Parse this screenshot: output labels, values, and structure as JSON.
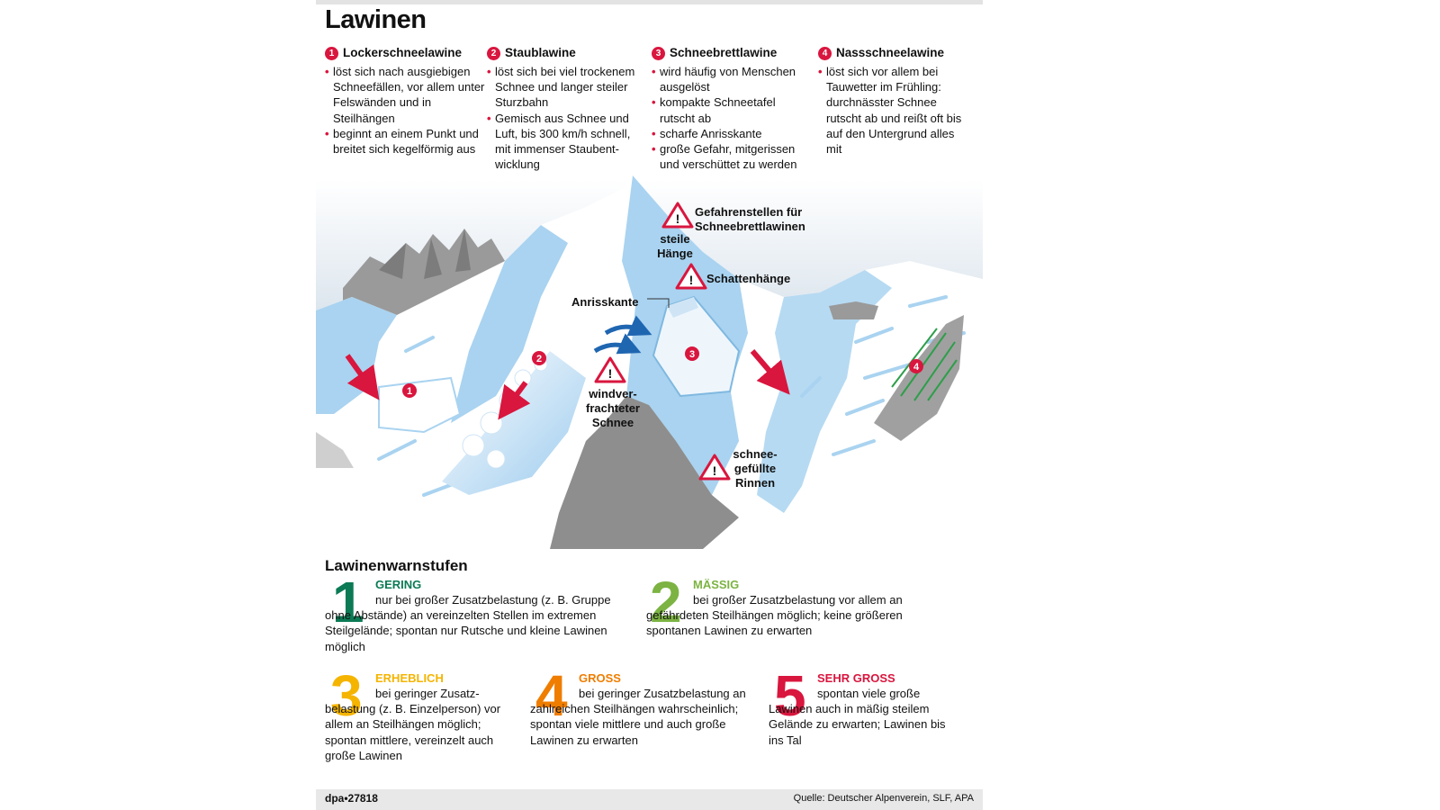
{
  "title": "Lawinen",
  "types": [
    {
      "num": "1",
      "name": "Lockerschneelawine",
      "bullets": [
        "löst sich nach ausgiebigen Schneefällen, vor allem unter Felswänden und in Steilhängen",
        "beginnt an einem Punkt und breitet sich kegel­förmig aus"
      ]
    },
    {
      "num": "2",
      "name": "Staublawine",
      "bullets": [
        "löst sich bei viel trocke­nem Schnee und langer steiler Sturzbahn",
        "Gemisch aus Schnee und Luft, bis 300 km/h schnell, mit immenser Staubent­wicklung"
      ]
    },
    {
      "num": "3",
      "name": "Schneebrettlawine",
      "bullets": [
        "wird häufig von Menschen ausgelöst",
        "kompakte Schneetafel rutscht ab",
        "scharfe Anrisskante",
        "große Gefahr, mitgerissen und verschüttet zu werden"
      ]
    },
    {
      "num": "4",
      "name": "Nassschneelawine",
      "bullets": [
        "löst sich vor allem bei Tauwetter im Frühling: durchnässter Schnee rutscht ab und reißt oft bis auf den Untergrund alles mit"
      ]
    }
  ],
  "illustration": {
    "danger_title": "Gefahrenstellen für Schneebrettlawinen",
    "steep": "steile Hänge",
    "shadow": "Schattenhänge",
    "edge": "Anrisskante",
    "wind": "windver­frachteter Schnee",
    "gullies": "schnee­gefüllte Rinnen",
    "markers": [
      "1",
      "2",
      "3",
      "4"
    ]
  },
  "warn": {
    "title": "Lawinenwarnstufen",
    "levels": [
      {
        "num": "1",
        "name": "GERING",
        "color": "#0b7a55",
        "text": "nur bei großer Zusatzbelastung (z. B. Gruppe ohne Abstände) an vereinzelten Stellen im extremen Steilgelände; spontan nur Rutsche und kleine Lawinen möglich"
      },
      {
        "num": "2",
        "name": "MÄSSIG",
        "color": "#7cb342",
        "text": "bei großer Zusatzbelastung vor allem an gefährdeten Steilhängen möglich; keine größeren spontanen Lawinen zu erwarten"
      },
      {
        "num": "3",
        "name": "ERHEBLICH",
        "color": "#f5b400",
        "text": "bei geringer Zusatz­belastung (z. B. Einzel­person) vor allem an Steilhängen möglich; spontan mittlere, vereinzelt auch große Lawinen"
      },
      {
        "num": "4",
        "name": "GROSS",
        "color": "#ef7d00",
        "text": "bei geringer Zusatzbelastung an zahlreichen Steilhängen wahrscheinlich; spontan viele mittlere und auch große Lawinen zu erwarten"
      },
      {
        "num": "5",
        "name": "SEHR GROSS",
        "color": "#d9163e",
        "text": "spontan viele große Lawinen auch in mäßig steilem Gelände zu erwarten; Lawinen bis ins Tal"
      }
    ]
  },
  "footer": {
    "id": "dpa•27818",
    "source": "Quelle: Deutscher Alpenverein, SLF, APA"
  },
  "colors": {
    "accent": "#d9163e",
    "ice": "#a9d3f0",
    "rock": "#9a9a9a",
    "arrow_blue": "#1f66b1"
  }
}
